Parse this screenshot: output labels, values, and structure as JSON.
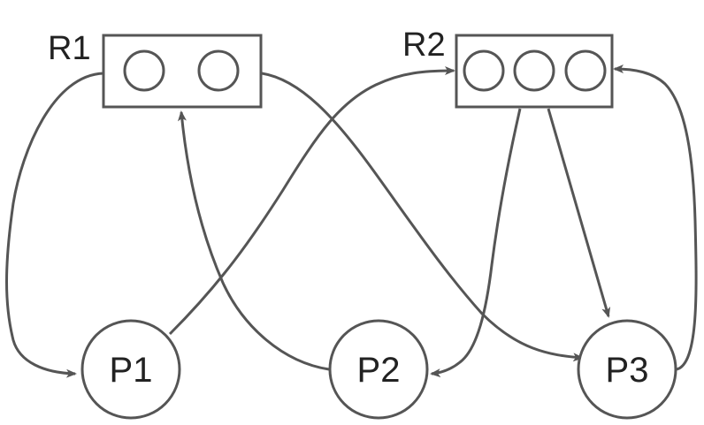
{
  "diagram": {
    "type": "resource-allocation-graph",
    "colors": {
      "stroke": "#555555",
      "text": "#222222",
      "background": "#ffffff"
    },
    "resources": [
      {
        "id": "R1",
        "label": "R1",
        "instances": 2
      },
      {
        "id": "R2",
        "label": "R2",
        "instances": 3
      }
    ],
    "processes": [
      {
        "id": "P1",
        "label": "P1"
      },
      {
        "id": "P2",
        "label": "P2"
      },
      {
        "id": "P3",
        "label": "P3"
      }
    ],
    "edges": [
      {
        "from": "R1",
        "to": "P1",
        "kind": "assignment"
      },
      {
        "from": "R1",
        "to": "P3",
        "kind": "assignment"
      },
      {
        "from": "P1",
        "to": "R2",
        "kind": "request"
      },
      {
        "from": "P2",
        "to": "R1",
        "kind": "request"
      },
      {
        "from": "R2",
        "to": "P2",
        "kind": "assignment"
      },
      {
        "from": "R2",
        "to": "P3",
        "kind": "assignment"
      },
      {
        "from": "P3",
        "to": "R2",
        "kind": "request"
      }
    ]
  }
}
